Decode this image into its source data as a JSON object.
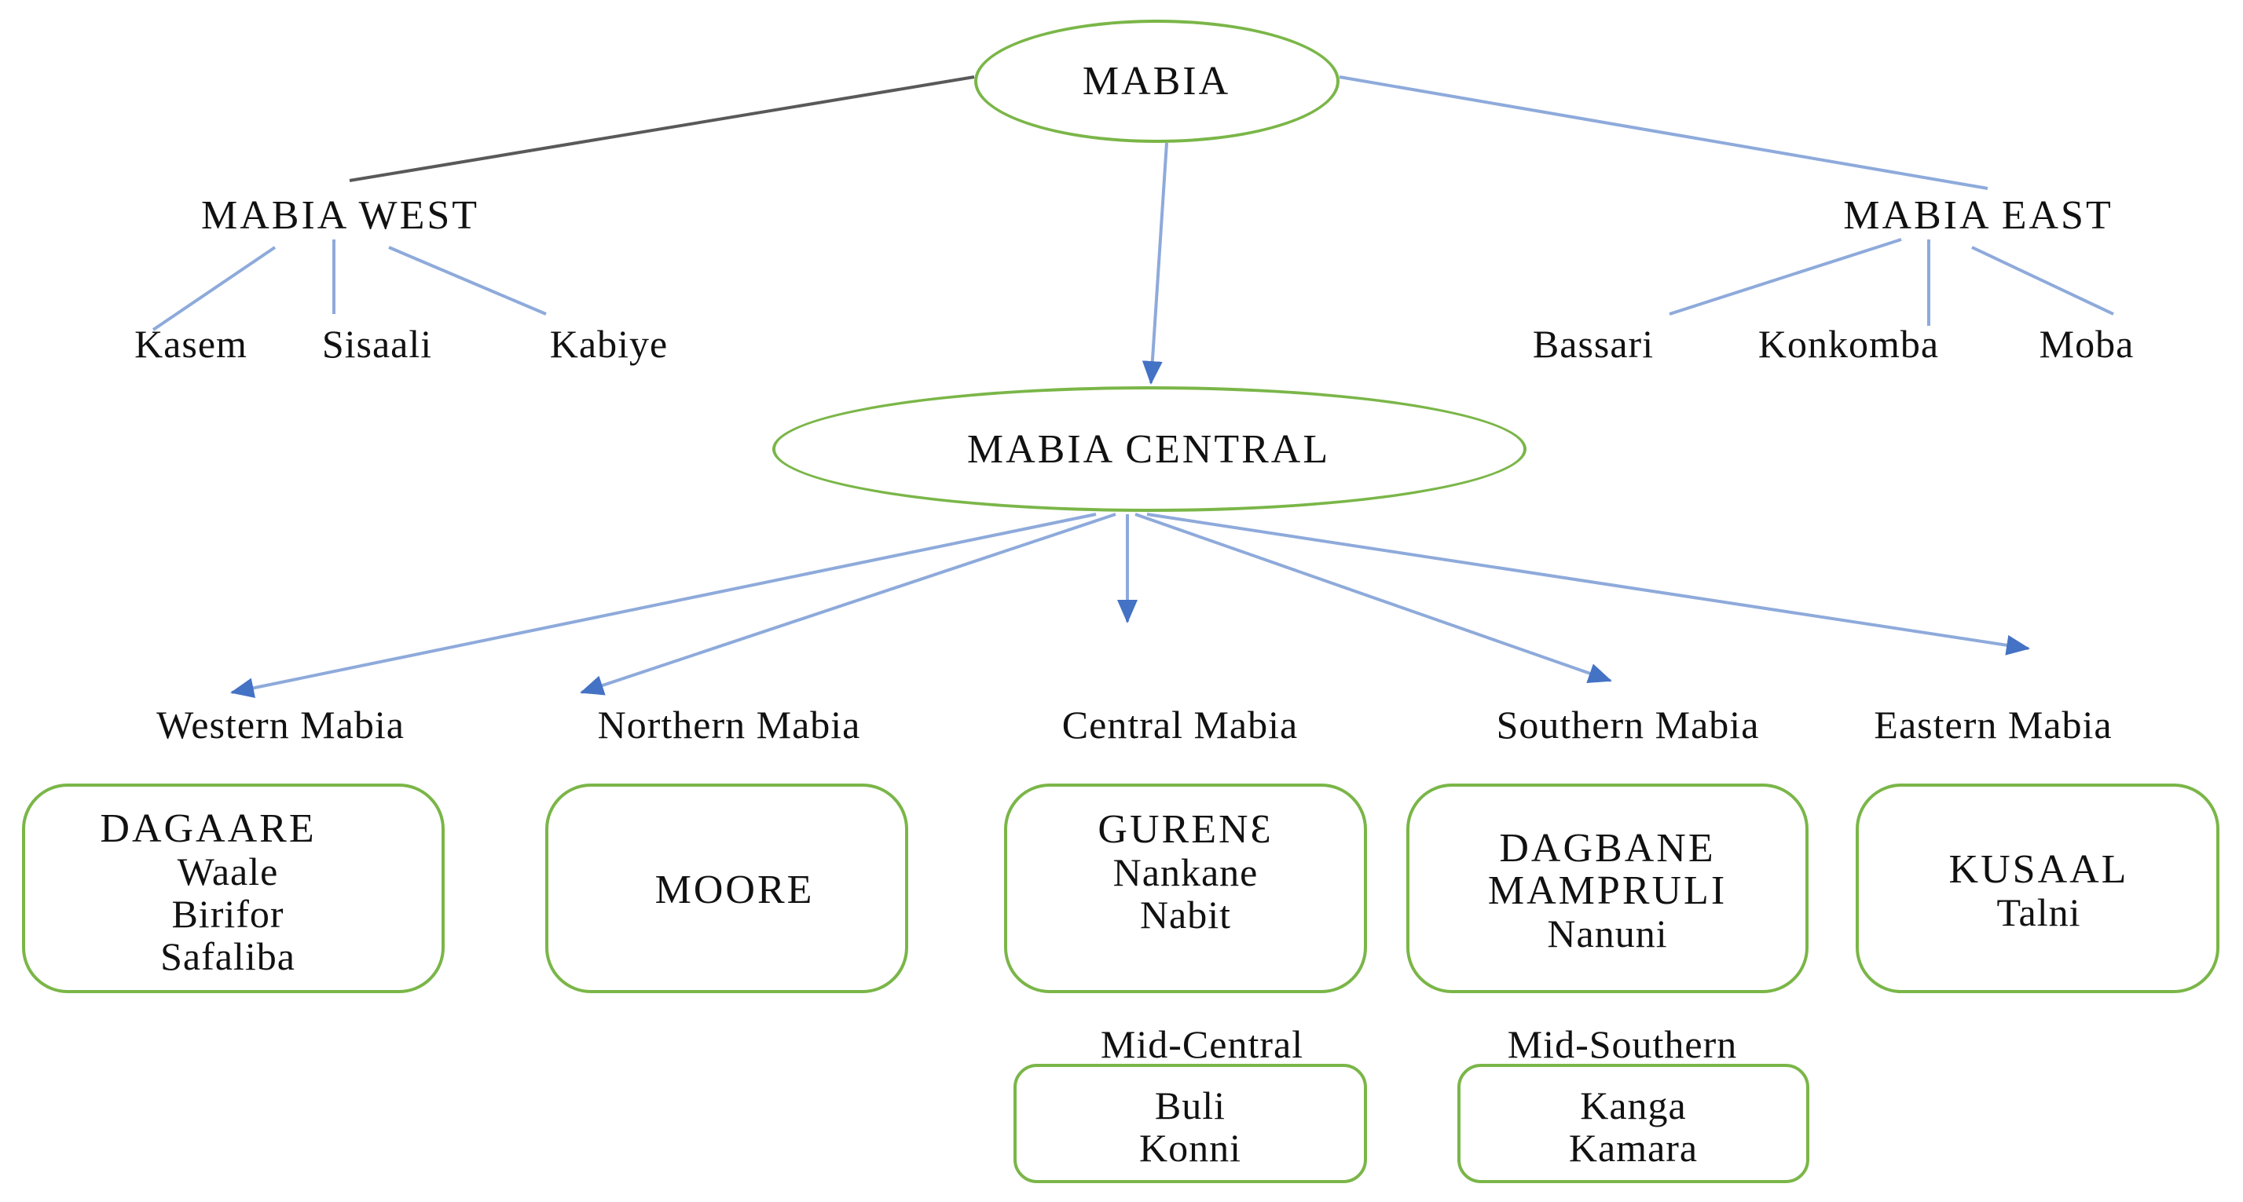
{
  "root": {
    "label": "MABIA"
  },
  "west": {
    "label": "MABIA WEST",
    "children": [
      "Kasem",
      "Sisaali",
      "Kabiye"
    ]
  },
  "east": {
    "label": "MABIA EAST",
    "children": [
      "Bassari",
      "Konkomba",
      "Moba"
    ]
  },
  "central": {
    "label": "MABIA CENTRAL"
  },
  "branches": [
    {
      "label": "Western Mabia",
      "box": [
        "DAGAARE",
        "Waale",
        "Birifor",
        "Safaliba"
      ]
    },
    {
      "label": "Northern Mabia",
      "box": [
        "MOORE"
      ]
    },
    {
      "label": "Central Mabia",
      "box": [
        "GURENƐ",
        "Nankane",
        "Nabit"
      ]
    },
    {
      "label": "Southern Mabia",
      "box": [
        "DAGBANE",
        "MAMPRULI",
        "Nanuni"
      ]
    },
    {
      "label": "Eastern Mabia",
      "box": [
        "KUSAAL",
        "Talni"
      ]
    }
  ],
  "sub_groups": [
    {
      "label": "Mid-Central",
      "box": [
        "Buli",
        "Konni"
      ]
    },
    {
      "label": "Mid-Southern",
      "box": [
        "Kanga",
        "Kamara"
      ]
    }
  ],
  "colors": {
    "node_border": "#7ab648",
    "connector": "#8eaadb",
    "arrowhead": "#4472c4",
    "root_west_line": "#595959"
  }
}
